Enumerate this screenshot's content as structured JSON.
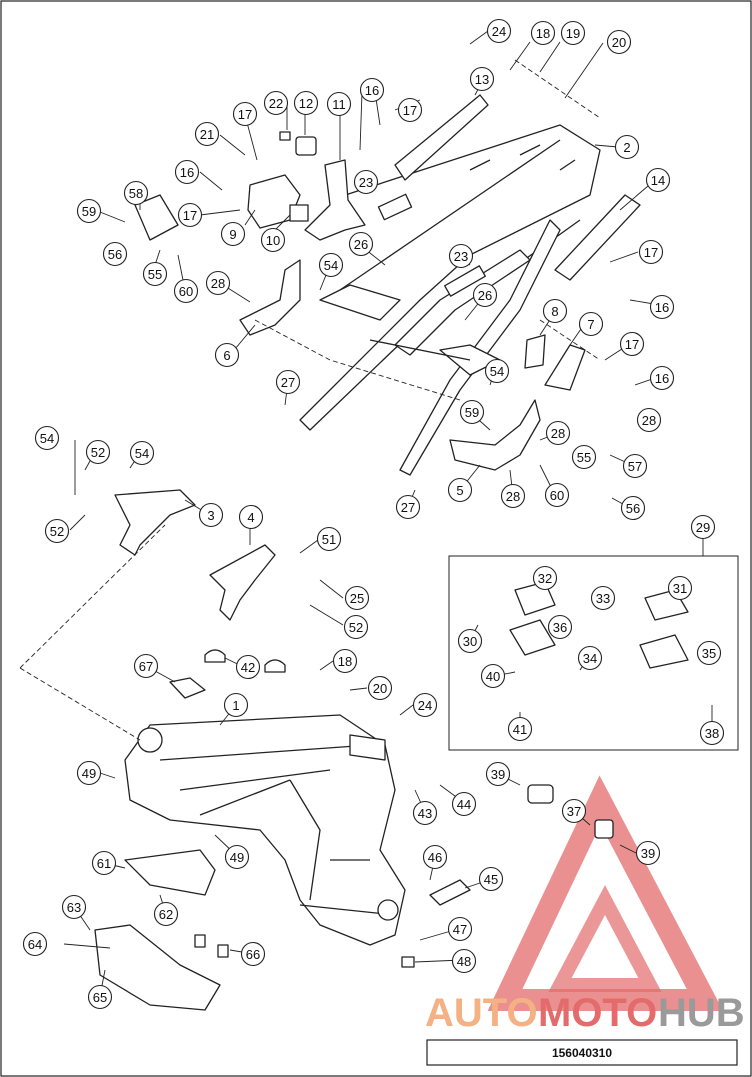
{
  "figure_number": "156040310",
  "watermark": {
    "part1": "AUTO",
    "part2": "MOTO",
    "part3": "HUB",
    "color_orange": "#f4b183",
    "color_red": "#e46b6b",
    "color_gray": "#9a9a9a"
  },
  "callouts": [
    {
      "id": "c24a",
      "n": "24"
    },
    {
      "id": "c18a",
      "n": "18"
    },
    {
      "id": "c19",
      "n": "19"
    },
    {
      "id": "c20a",
      "n": "20"
    },
    {
      "id": "c13",
      "n": "13"
    },
    {
      "id": "c22",
      "n": "22"
    },
    {
      "id": "c12",
      "n": "12"
    },
    {
      "id": "c11",
      "n": "11"
    },
    {
      "id": "c16a",
      "n": "16"
    },
    {
      "id": "c17a",
      "n": "17"
    },
    {
      "id": "c17b",
      "n": "17"
    },
    {
      "id": "c2",
      "n": "2"
    },
    {
      "id": "c21",
      "n": "21"
    },
    {
      "id": "c16b",
      "n": "16"
    },
    {
      "id": "c23a",
      "n": "23"
    },
    {
      "id": "c14",
      "n": "14"
    },
    {
      "id": "c58",
      "n": "58"
    },
    {
      "id": "c17c",
      "n": "17"
    },
    {
      "id": "c9",
      "n": "9"
    },
    {
      "id": "c10",
      "n": "10"
    },
    {
      "id": "c59a",
      "n": "59"
    },
    {
      "id": "c56a",
      "n": "56"
    },
    {
      "id": "c26a",
      "n": "26"
    },
    {
      "id": "c23b",
      "n": "23"
    },
    {
      "id": "c17d",
      "n": "17"
    },
    {
      "id": "c55a",
      "n": "55"
    },
    {
      "id": "c60a",
      "n": "60"
    },
    {
      "id": "c54a",
      "n": "54"
    },
    {
      "id": "c28a",
      "n": "28"
    },
    {
      "id": "c26b",
      "n": "26"
    },
    {
      "id": "c16c",
      "n": "16"
    },
    {
      "id": "c8",
      "n": "8"
    },
    {
      "id": "c7",
      "n": "7"
    },
    {
      "id": "c6",
      "n": "6"
    },
    {
      "id": "c17e",
      "n": "17"
    },
    {
      "id": "c54b",
      "n": "54"
    },
    {
      "id": "c16d",
      "n": "16"
    },
    {
      "id": "c27a",
      "n": "27"
    },
    {
      "id": "c59b",
      "n": "59"
    },
    {
      "id": "c28b",
      "n": "28"
    },
    {
      "id": "c54c",
      "n": "54"
    },
    {
      "id": "c52a",
      "n": "52"
    },
    {
      "id": "c54d",
      "n": "54"
    },
    {
      "id": "c28c",
      "n": "28"
    },
    {
      "id": "c55b",
      "n": "55"
    },
    {
      "id": "c57",
      "n": "57"
    },
    {
      "id": "c3",
      "n": "3"
    },
    {
      "id": "c5",
      "n": "5"
    },
    {
      "id": "c60b",
      "n": "60"
    },
    {
      "id": "c27b",
      "n": "27"
    },
    {
      "id": "c28d",
      "n": "28"
    },
    {
      "id": "c56b",
      "n": "56"
    },
    {
      "id": "c52b",
      "n": "52"
    },
    {
      "id": "c4",
      "n": "4"
    },
    {
      "id": "c51",
      "n": "51"
    },
    {
      "id": "c29",
      "n": "29"
    },
    {
      "id": "c25",
      "n": "25"
    },
    {
      "id": "c52c",
      "n": "52"
    },
    {
      "id": "c32",
      "n": "32"
    },
    {
      "id": "c31",
      "n": "31"
    },
    {
      "id": "c33",
      "n": "33"
    },
    {
      "id": "c30",
      "n": "30"
    },
    {
      "id": "c36",
      "n": "36"
    },
    {
      "id": "c35",
      "n": "35"
    },
    {
      "id": "c67",
      "n": "67"
    },
    {
      "id": "c42",
      "n": "42"
    },
    {
      "id": "c18b",
      "n": "18"
    },
    {
      "id": "c34",
      "n": "34"
    },
    {
      "id": "c40",
      "n": "40"
    },
    {
      "id": "c20b",
      "n": "20"
    },
    {
      "id": "c1",
      "n": "1"
    },
    {
      "id": "c24b",
      "n": "24"
    },
    {
      "id": "c41",
      "n": "41"
    },
    {
      "id": "c38",
      "n": "38"
    },
    {
      "id": "c49a",
      "n": "49"
    },
    {
      "id": "c39a",
      "n": "39"
    },
    {
      "id": "c43",
      "n": "43"
    },
    {
      "id": "c44",
      "n": "44"
    },
    {
      "id": "c37",
      "n": "37"
    },
    {
      "id": "c49b",
      "n": "49"
    },
    {
      "id": "c39b",
      "n": "39"
    },
    {
      "id": "c61",
      "n": "61"
    },
    {
      "id": "c46",
      "n": "46"
    },
    {
      "id": "c45",
      "n": "45"
    },
    {
      "id": "c62",
      "n": "62"
    },
    {
      "id": "c63",
      "n": "63"
    },
    {
      "id": "c47",
      "n": "47"
    },
    {
      "id": "c64",
      "n": "64"
    },
    {
      "id": "c66",
      "n": "66"
    },
    {
      "id": "c48",
      "n": "48"
    },
    {
      "id": "c65",
      "n": "65"
    }
  ]
}
